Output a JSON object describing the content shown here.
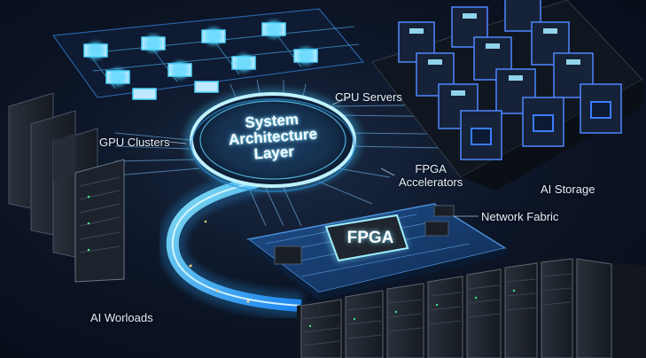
{
  "hub": {
    "line1": "System",
    "line2": "Architecture",
    "line3": "Layer"
  },
  "chip": {
    "label": "FPGA"
  },
  "labels": {
    "cpu_servers": "CPU Servers",
    "gpu_clusters": "GPU Clusters",
    "fpga_line1": "FPGA",
    "fpga_line2": "Accelerators",
    "ai_storage": "AI Storage",
    "network_fabric": "Network Fabric",
    "ai_workloads": "AI Worloads"
  },
  "colors": {
    "glow": "#4fd6ff",
    "accent": "#2e7bff",
    "background": "#0a1220"
  }
}
